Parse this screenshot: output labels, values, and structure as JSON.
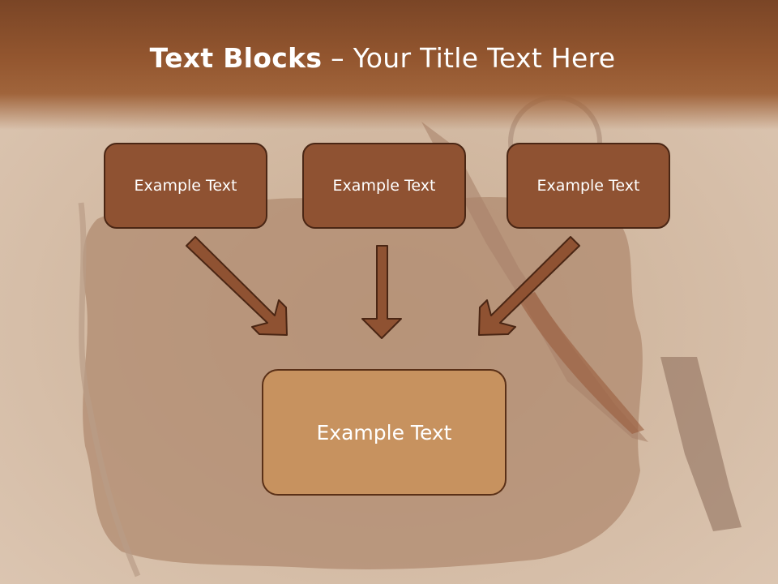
{
  "title": {
    "bold": "Text Blocks",
    "rest": " – Your Title Text Here"
  },
  "boxes": {
    "top_left": "Example Text",
    "top_center": "Example Text",
    "top_right": "Example Text",
    "bottom": "Example Text"
  },
  "colors": {
    "header": "#93562f",
    "small_box_fill": "#8f5232",
    "large_box_fill": "#c7925f",
    "box_border": "#4a2614",
    "arrow_fill": "#8f5232"
  }
}
